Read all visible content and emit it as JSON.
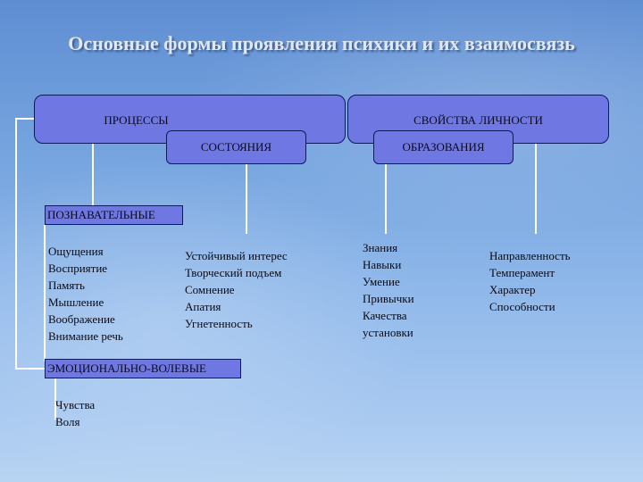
{
  "title": "Основные формы проявления психики и их взаимосвязь",
  "nodes": {
    "processes": "ПРОЦЕССЫ",
    "states": "СОСТОЯНИЯ",
    "personality_traits": "СВОЙСТВА ЛИЧНОСТИ",
    "formations": "ОБРАЗОВАНИЯ",
    "cognitive": "ПОЗНАВАТЕЛЬНЫЕ",
    "emotional_volitional": "ЭМОЦИОНАЛЬНО-ВОЛЕВЫЕ"
  },
  "lists": {
    "cognitive_items": [
      "Ощущения",
      "Восприятие",
      "Память",
      "Мышление",
      "Воображение",
      "Внимание речь"
    ],
    "state_items": [
      "Устойчивый интерес",
      "Творческий подъем",
      "Сомнение",
      "Апатия",
      "Угнетенность"
    ],
    "formation_items": [
      "Знания",
      "Навыки",
      "Умение",
      "Привычки",
      "Качества",
      "установки"
    ],
    "trait_items": [
      "Направленность",
      "Темперамент",
      "Характер",
      "Способности"
    ],
    "emotional_items": [
      "Чувства",
      "Воля"
    ]
  },
  "colors": {
    "node_fill": "#6f78e2",
    "node_border": "#0c1a5e",
    "connector": "#ffffff"
  }
}
